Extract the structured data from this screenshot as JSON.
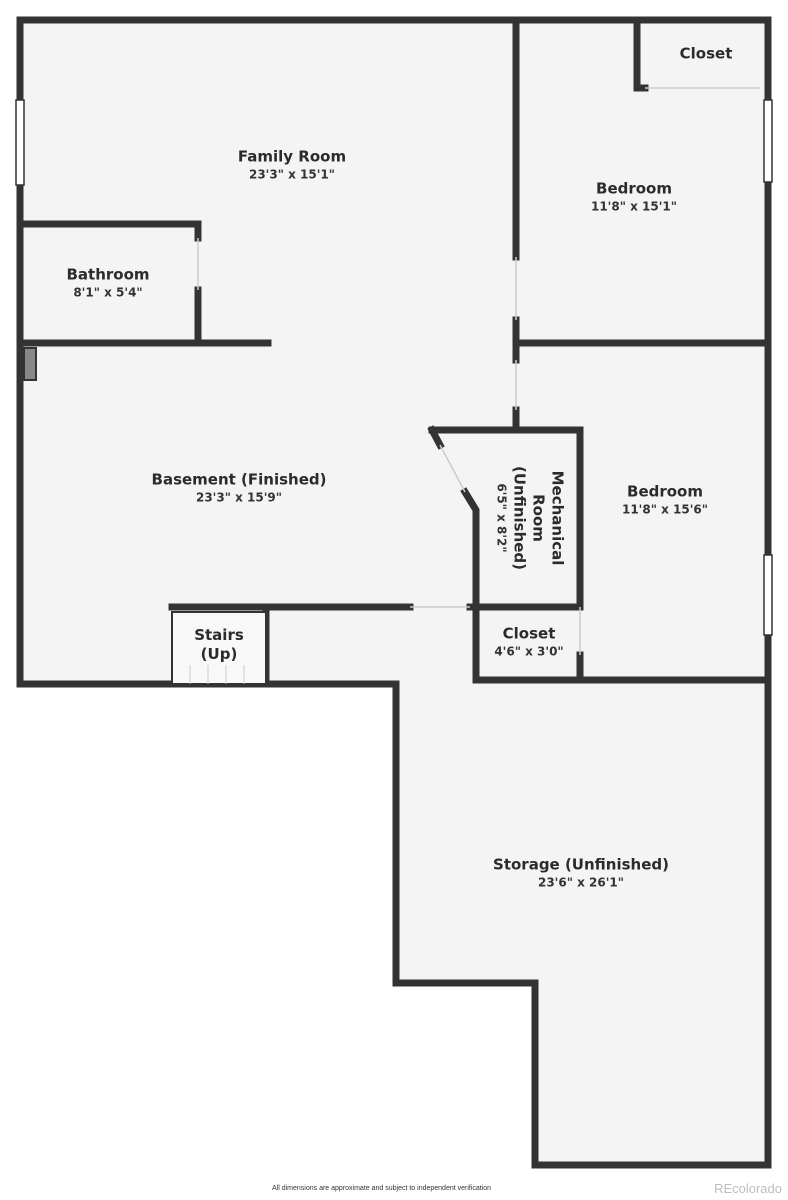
{
  "rooms": {
    "closet_top": {
      "name": "Closet"
    },
    "family_room": {
      "name": "Family Room",
      "dims": "23'3\" x 15'1\""
    },
    "bedroom_1": {
      "name": "Bedroom",
      "dims": "11'8\" x 15'1\""
    },
    "bathroom": {
      "name": "Bathroom",
      "dims": "8'1\" x 5'4\""
    },
    "basement": {
      "name": "Basement (Finished)",
      "dims": "23'3\" x 15'9\""
    },
    "mechanical": {
      "line1": "Mechanical",
      "line2": "Room",
      "line3": "(Unfinished)",
      "dims": "6'5\" x 8'2\""
    },
    "bedroom_2": {
      "name": "Bedroom",
      "dims": "11'8\" x 15'6\""
    },
    "stairs": {
      "line1": "Stairs",
      "line2": "(Up)"
    },
    "closet_small": {
      "name": "Closet",
      "dims": "4'6\" x 3'0\""
    },
    "storage": {
      "name": "Storage (Unfinished)",
      "dims": "23'6\" x 26'1\""
    }
  },
  "footer": {
    "note": "All dimensions are approximate and subject to independent verification",
    "watermark": "REcolorado"
  },
  "colors": {
    "wall": "#333333",
    "floor": "#f4f4f4",
    "window": "#ffffff"
  }
}
